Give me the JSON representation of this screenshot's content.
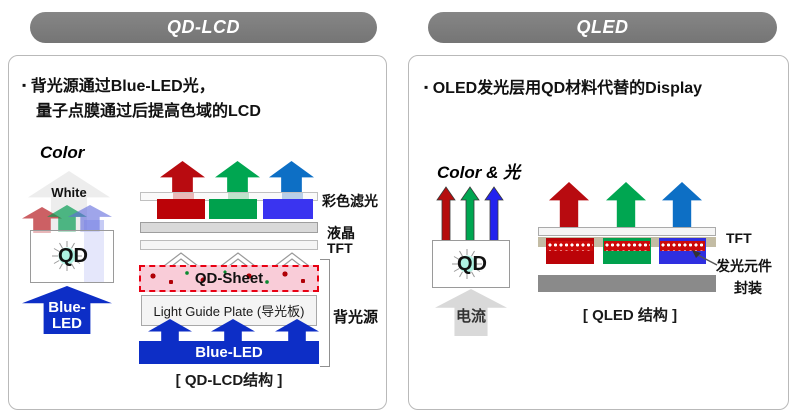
{
  "left_panel": {
    "header": "QD-LCD",
    "bullet_marker": "▪",
    "bullet_line1": "背光源通过Blue-LED光，",
    "bullet_line2": "量子点膜通过后提高色域的LCD",
    "flow": {
      "color_label": "Color",
      "white_label": "White",
      "qd_label": "QD",
      "blue_led_label_line1": "Blue-",
      "blue_led_label_line2": "LED"
    },
    "stack": {
      "color_filter_label": "彩色滤光",
      "liquid_crystal_label": "液晶",
      "tft_label": "TFT",
      "qd_sheet_label": "QD-Sheet",
      "light_guide_plate_label": "Light Guide Plate (导光板)",
      "blue_led_bar_label": "Blue-LED",
      "backlight_label": "背光源"
    },
    "caption": "[ QD-LCD结构 ]"
  },
  "right_panel": {
    "header": "QLED",
    "bullet_marker": "▪",
    "bullet_line1": "OLED发光层用QD材料代替的Display",
    "flow": {
      "color_label": "Color & 光",
      "qd_label": "QD",
      "current_label": "电流"
    },
    "stack": {
      "tft_label": "TFT",
      "emitter_label": "发光元件",
      "encapsulation_label": "封装"
    },
    "caption": "[ QLED 结构 ]"
  },
  "colors": {
    "header_gray": "#7d7d7d",
    "red": "#bb0308",
    "green": "#00a14d",
    "arrow_blue": "#0d6fc5",
    "filter_blue": "#3a34f0",
    "deep_blue": "#0d2ec6",
    "qd_sheet_pink": "#f9ccd8",
    "qd_sheet_border_red": "#e80012",
    "tan": "#c3bca4",
    "encapsulation_gray": "#8a8a8a",
    "qd_glow_cyan": "#aef2e2"
  }
}
